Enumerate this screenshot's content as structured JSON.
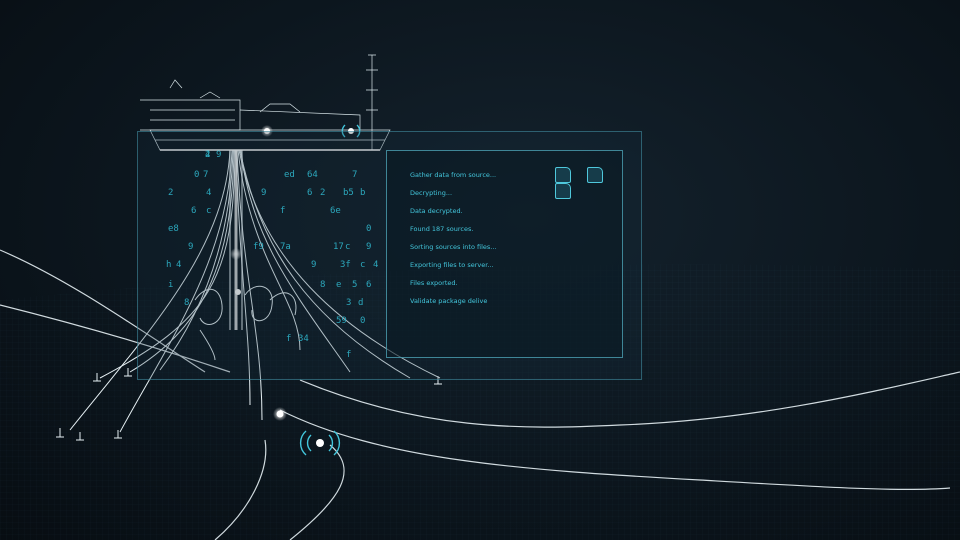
{
  "log_lines": [
    "Gather data from source...",
    "Decrypting...",
    "Data decrypted.",
    "Found 187 sources.",
    "Sorting sources into files...",
    "Exporting files to server...",
    "Files exported.",
    "Validate package delive"
  ],
  "hex_chars": [
    "4",
    "9",
    "0",
    "7",
    "ed",
    "64",
    "7",
    "2",
    "4",
    "9",
    "6",
    "2",
    "b5",
    "b",
    "6",
    "c",
    "f",
    "6e",
    "e8",
    "0",
    "9",
    "f9",
    "7a",
    "17",
    "c",
    "9",
    "h",
    "4",
    "9",
    "3f",
    "c",
    "4",
    "i",
    "8",
    "e",
    "5",
    "6",
    "3",
    "d",
    "8",
    "59",
    "0",
    "34",
    "f",
    "f",
    "2"
  ],
  "colors": {
    "accent": "#43c6dc",
    "wire": "#e6f0f4",
    "panel_border": "#50aabe"
  },
  "icons": [
    "vessel-icon",
    "file-icon",
    "signal-icon",
    "node-icon"
  ]
}
